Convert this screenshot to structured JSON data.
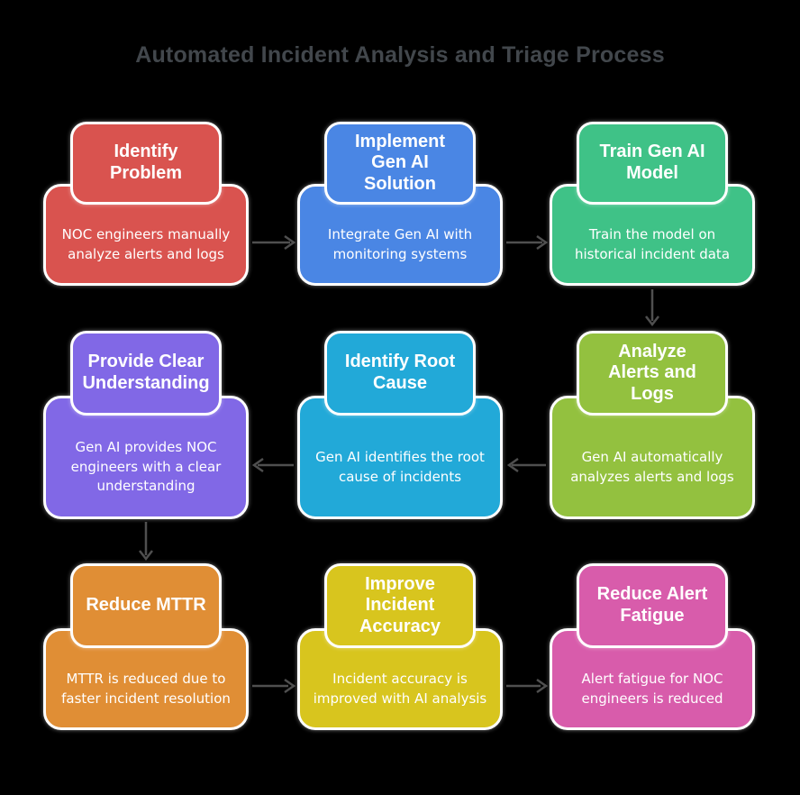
{
  "title": "Automated Incident Analysis and Triage Process",
  "colors": {
    "background": "#000000",
    "title_text": "#42474c",
    "arrow": "#4f4f4f",
    "node_border": "#ffffff",
    "node_text": "#ffffff"
  },
  "steps": [
    {
      "title": "Identify\nProblem",
      "description": "NOC engineers manually\nanalyze alerts and logs",
      "color": "#d9534f"
    },
    {
      "title": "Implement\nGen AI\nSolution",
      "description": "Integrate Gen AI with\nmonitoring systems",
      "color": "#4a86e4"
    },
    {
      "title": "Train Gen AI\nModel",
      "description": "Train the model on\nhistorical incident data",
      "color": "#3fc287"
    },
    {
      "title": "Provide Clear\nUnderstanding",
      "description": "Gen AI provides NOC\nengineers with a clear\nunderstanding",
      "color": "#8168e6"
    },
    {
      "title": "Identify Root\nCause",
      "description": "Gen AI identifies the root\ncause of incidents",
      "color": "#22a9d8"
    },
    {
      "title": "Analyze\nAlerts and\nLogs",
      "description": "Gen AI automatically\nanalyzes alerts and logs",
      "color": "#93c13f"
    },
    {
      "title": "Reduce MTTR",
      "description": "MTTR is reduced due to\nfaster incident resolution",
      "color": "#e08e35"
    },
    {
      "title": "Improve\nIncident\nAccuracy",
      "description": "Incident accuracy is\nimproved with AI analysis",
      "color": "#d8c51e"
    },
    {
      "title": "Reduce Alert\nFatigue",
      "description": "Alert fatigue for NOC\nengineers is reduced",
      "color": "#d85cab"
    }
  ]
}
